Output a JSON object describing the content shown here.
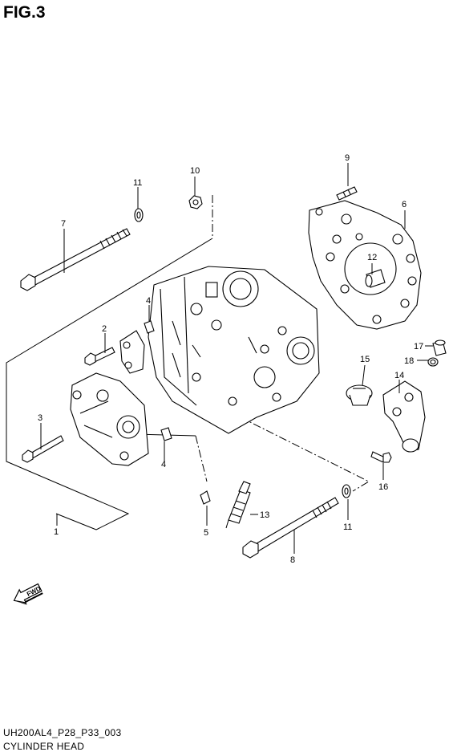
{
  "figure": {
    "title": "FIG.3"
  },
  "footer": {
    "code": "UH200AL4_P28_P33_003",
    "name": "CYLINDER HEAD"
  },
  "fwd_label": "FWD",
  "callouts": [
    "1",
    "2",
    "3",
    "4",
    "4",
    "5",
    "6",
    "7",
    "8",
    "9",
    "10",
    "11",
    "11",
    "12",
    "13",
    "14",
    "15",
    "16",
    "17",
    "18"
  ]
}
